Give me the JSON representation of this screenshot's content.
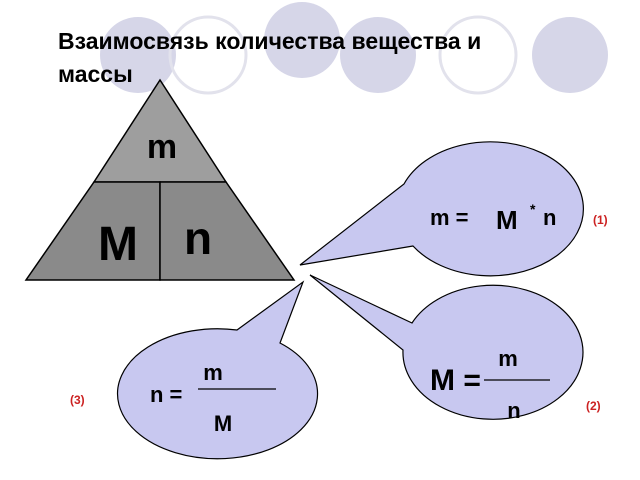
{
  "title_line1": "Взаимосвязь количества вещества и",
  "title_line2": "массы",
  "triangle": {
    "top": "m",
    "bottom_left": "M",
    "bottom_right": "n"
  },
  "bubble_1": {
    "lhs": "m =",
    "factor1": "M",
    "operator": "*",
    "factor2": "n",
    "ref": "(1)"
  },
  "bubble_2": {
    "lhs": "M =",
    "numerator": "m",
    "denominator": "n",
    "ref": "(2)"
  },
  "bubble_3": {
    "lhs": "n =",
    "numerator": "m",
    "denominator": "M",
    "ref": "(3)"
  },
  "colors": {
    "bubble_fill": "#c8c8f0",
    "triangle_fill": "#9a9a9a",
    "triangle_bottom_fill": "#878787",
    "ref_red": "#cc2222",
    "deco_circle": "#d6d6e8"
  }
}
